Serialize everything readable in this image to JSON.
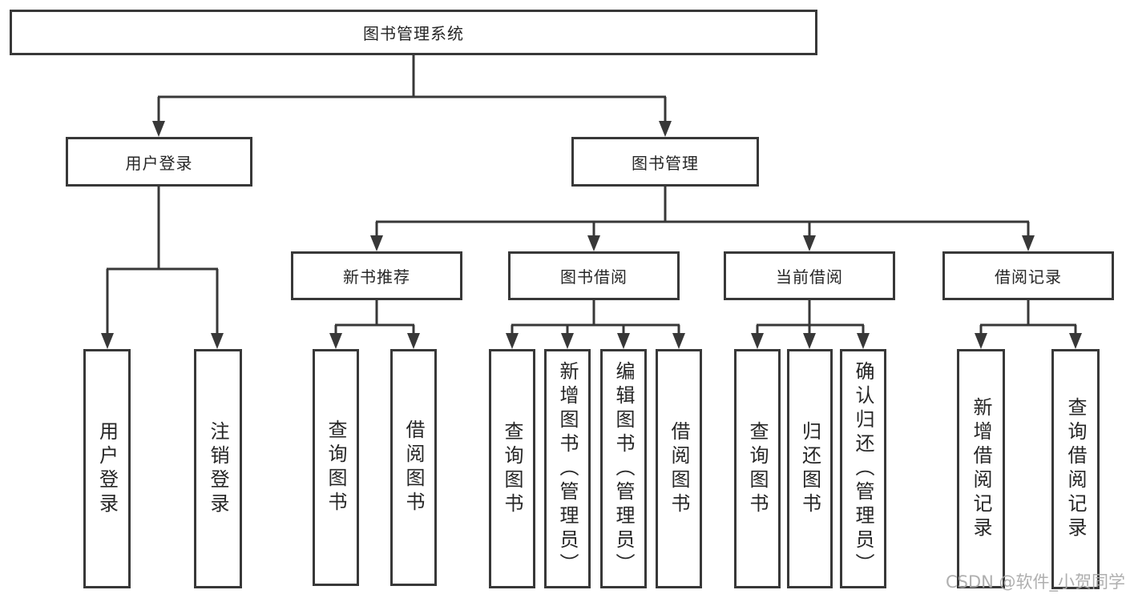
{
  "tree": {
    "label": "图书管理系统",
    "children": [
      {
        "label": "用户登录",
        "children": [
          {
            "label": "用户登录"
          },
          {
            "label": "注销登录"
          }
        ]
      },
      {
        "label": "图书管理",
        "children": [
          {
            "label": "新书推荐",
            "children": [
              {
                "label": "查询图书"
              },
              {
                "label": "借阅图书"
              }
            ]
          },
          {
            "label": "图书借阅",
            "children": [
              {
                "label": "查询图书"
              },
              {
                "label": "新增图书（管理员）"
              },
              {
                "label": "编辑图书（管理员）"
              },
              {
                "label": "借阅图书"
              }
            ]
          },
          {
            "label": "当前借阅",
            "children": [
              {
                "label": "查询图书"
              },
              {
                "label": "归还图书"
              },
              {
                "label": "确认归还（管理员）"
              }
            ]
          },
          {
            "label": "借阅记录",
            "children": [
              {
                "label": "新增借阅记录"
              },
              {
                "label": "查询借阅记录"
              }
            ]
          }
        ]
      }
    ]
  },
  "watermark": "CSDN @软件_小贺同学",
  "colors": {
    "line": "#383838",
    "box_border": "#383838",
    "text": "#262626",
    "watermark": "#a8a8a8",
    "background": "#ffffff"
  }
}
